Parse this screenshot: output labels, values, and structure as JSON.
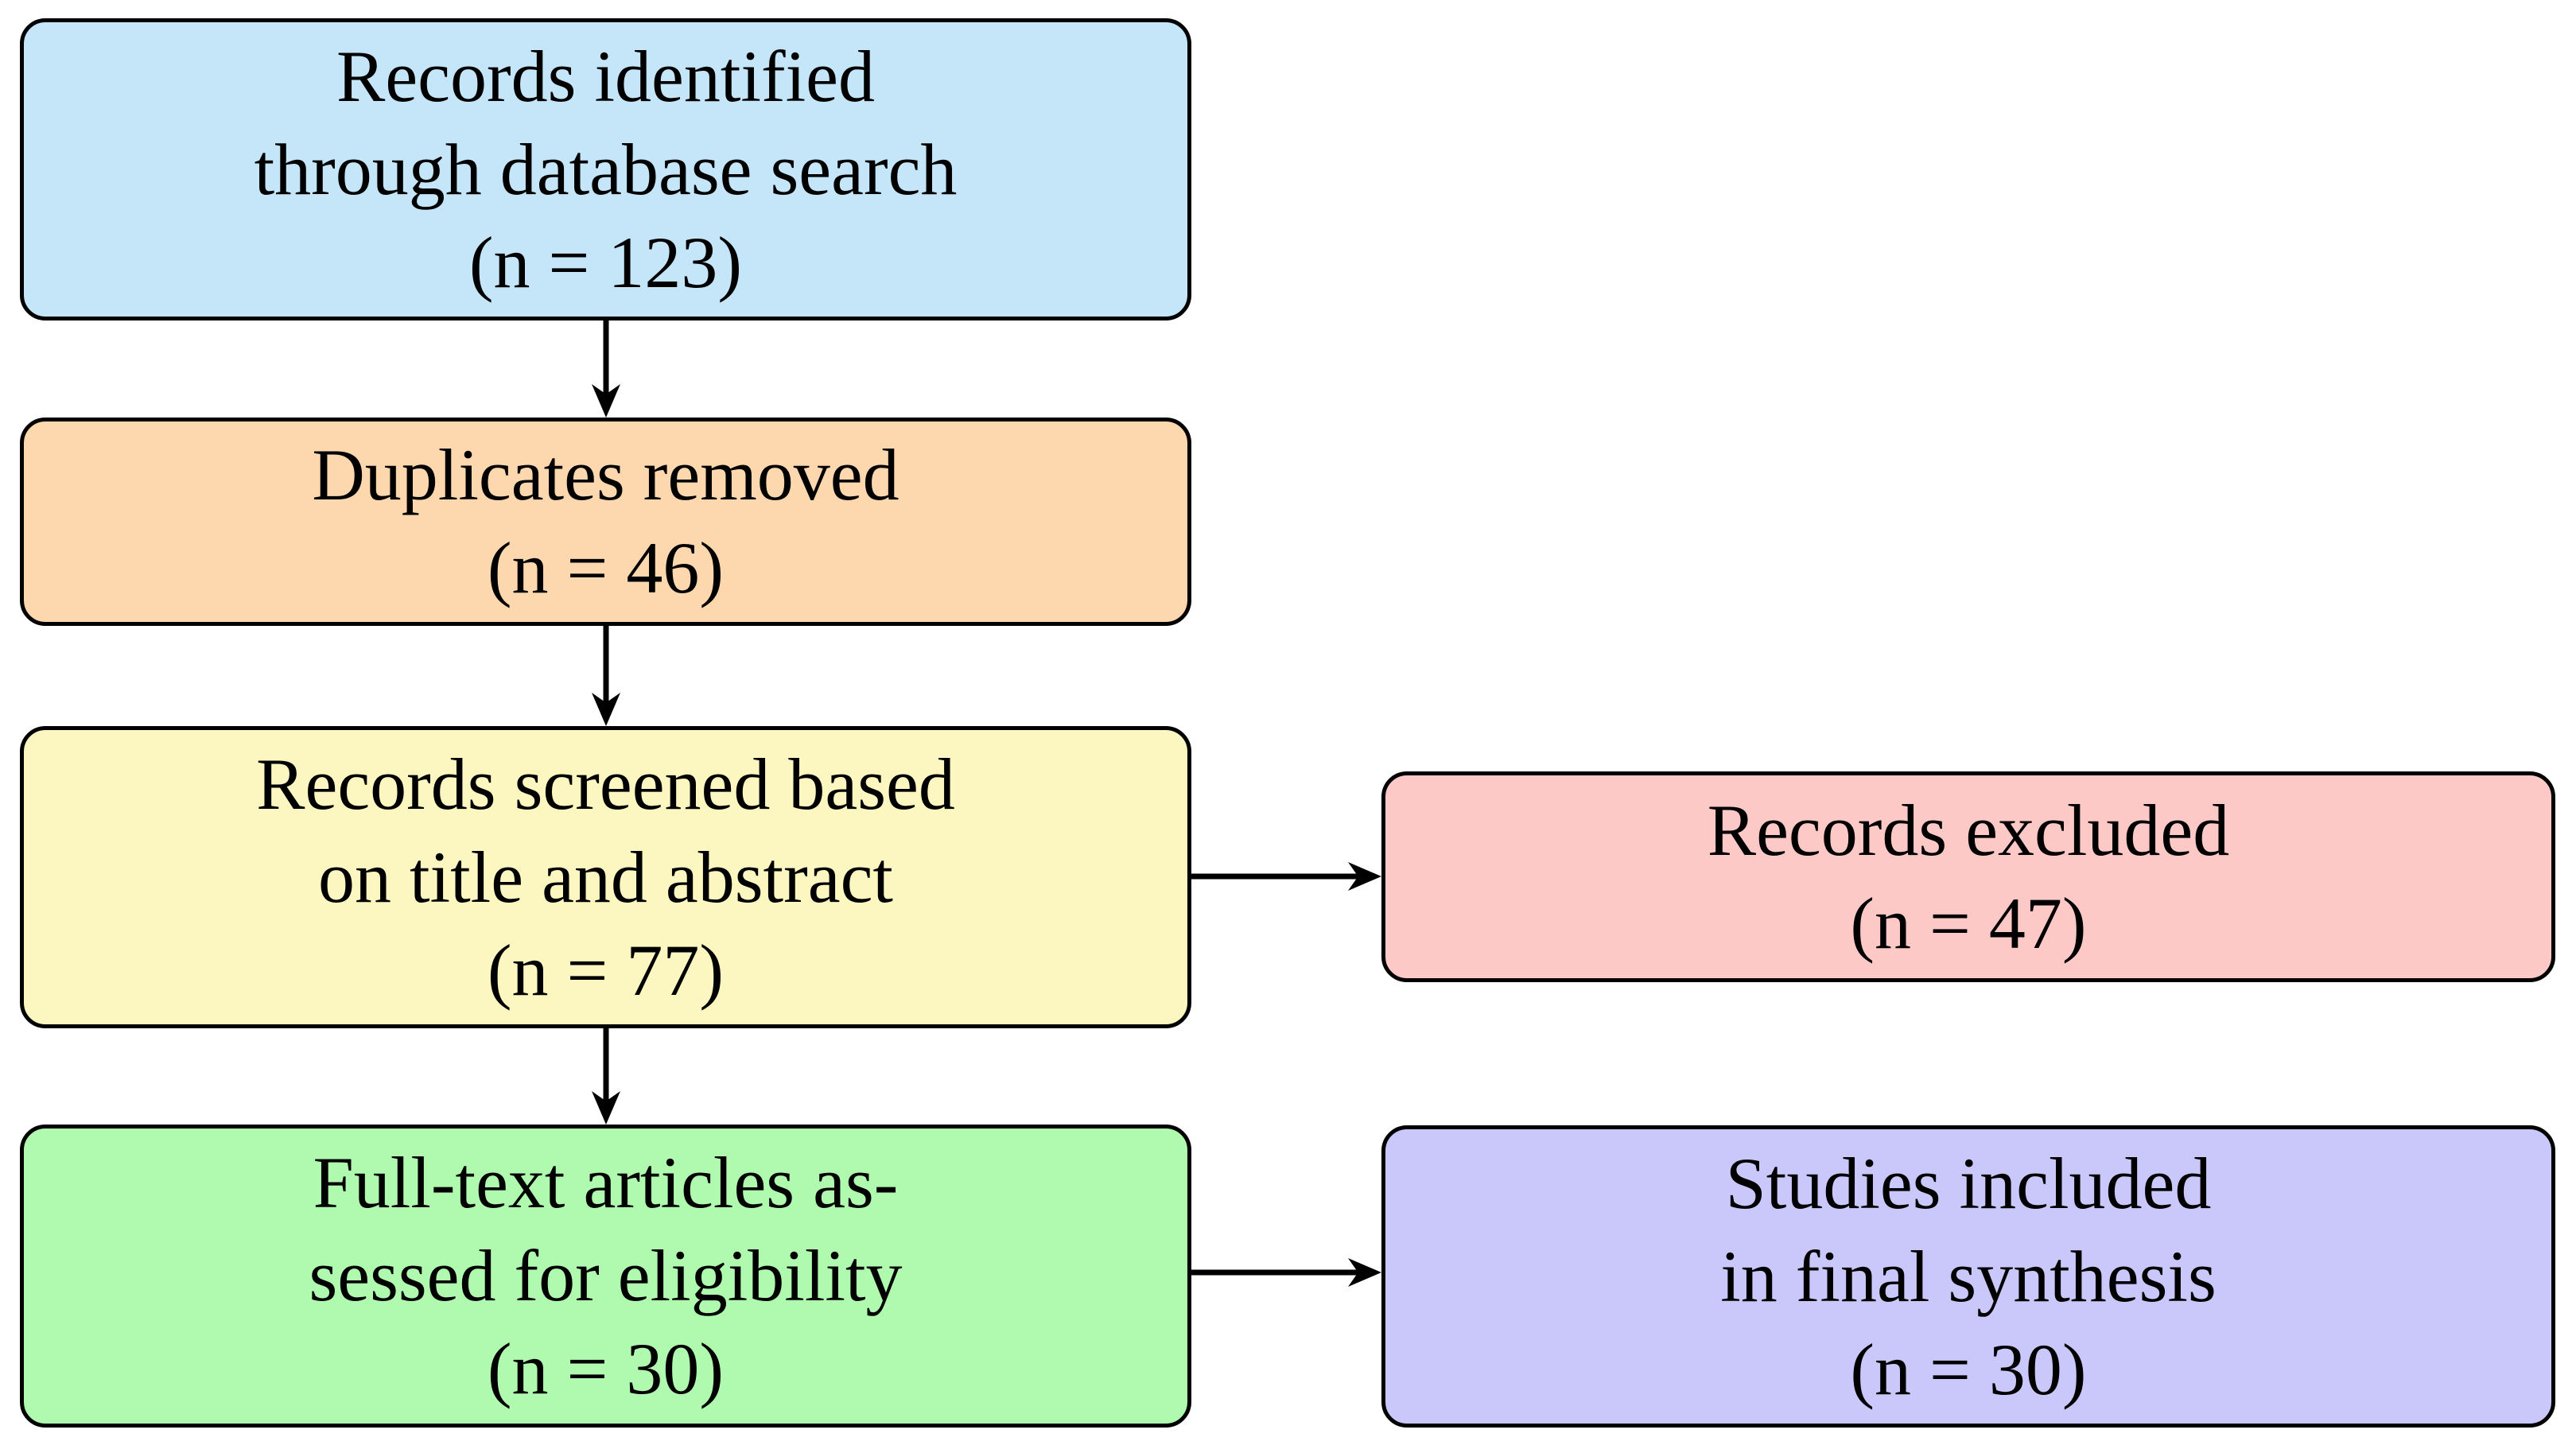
{
  "page": {
    "background_color": "#ffffff"
  },
  "flowchart": {
    "border_color": "#000000",
    "arrow_color": "#000000",
    "text_color": "#000000",
    "nodes": {
      "identified": {
        "fill": "#c5e5f9",
        "lines": [
          "Records identified",
          "through database search",
          "(n = 123)"
        ],
        "n": 123
      },
      "duplicates": {
        "fill": "#fdd7ae",
        "lines": [
          "Duplicates removed",
          "(n = 46)"
        ],
        "n": 46
      },
      "screened": {
        "fill": "#fcf7c0",
        "lines": [
          "Records screened based",
          "on title and abstract",
          "(n = 77)"
        ],
        "n": 77
      },
      "excluded": {
        "fill": "#fdc9c7",
        "lines": [
          "Records excluded",
          "(n = 47)"
        ],
        "n": 47
      },
      "fulltext": {
        "fill": "#b0fab0",
        "lines": [
          "Full-text articles as-",
          "sessed for eligibility",
          "(n = 30)"
        ],
        "n": 30
      },
      "included": {
        "fill": "#cac8fa",
        "lines": [
          "Studies included",
          "in final synthesis",
          "(n = 30)"
        ],
        "n": 30
      }
    }
  }
}
